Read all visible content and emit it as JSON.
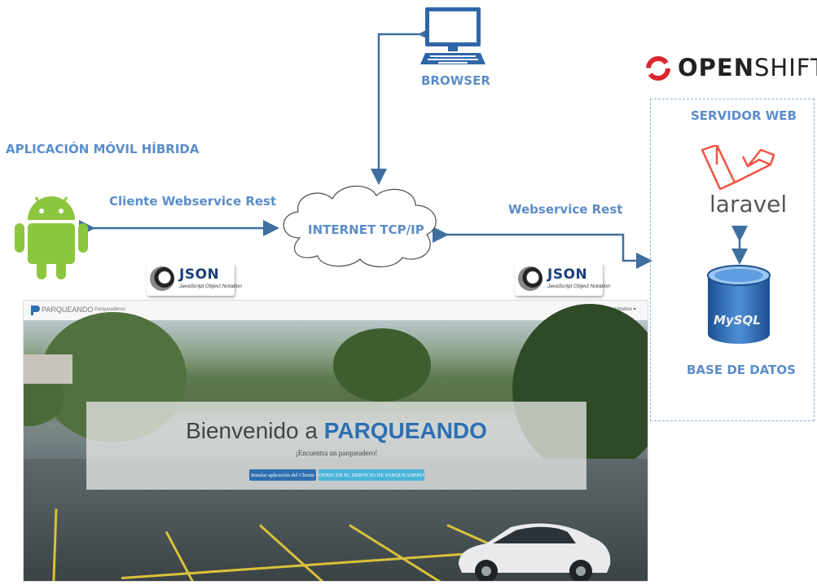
{
  "labels": {
    "browser": "BROWSER",
    "mobile_app": "APLICACIÓN MÓVIL HÍBRIDA",
    "client_ws": "Cliente Webservice Rest",
    "internet": "INTERNET TCP/IP",
    "webservice": "Webservice Rest",
    "server": "SERVIDOR WEB",
    "database": "BASE DE DATOS"
  },
  "logos": {
    "openshift_bold": "OPEN",
    "openshift_light": "SHIFT",
    "laravel": "laravel",
    "mysql": "MySQL",
    "json_title": "JSON",
    "json_sub": "JavaScript Object Notation"
  },
  "icons": {
    "computer": "computer-monitor-icon",
    "android": "android-robot-icon",
    "cloud": "cloud-icon",
    "database": "mysql-database-icon"
  },
  "colors": {
    "label_blue": "#5b8dc9",
    "arrow_blue": "#3f6f9e",
    "android_green": "#8cc63e"
  },
  "webapp": {
    "brand": "PARQUEANDO",
    "nav_link": "Parqueaderos",
    "user": "carlosbox",
    "hero_prefix": "Bienvenido a",
    "hero_brand": "PARQUEANDO",
    "subtitle": "¡Encuentra un parqueadero!",
    "btn_install": "Instalar aplicación del Cliente",
    "btn_offer": "OFRECER EL SERVICIO DE PARQUEADERO"
  }
}
